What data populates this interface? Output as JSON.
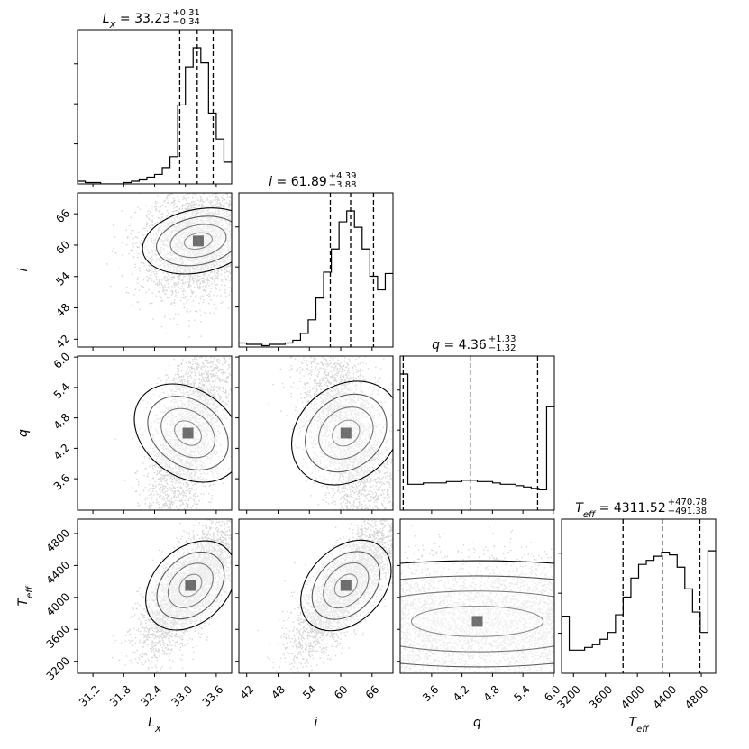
{
  "chart_data": {
    "type": "corner",
    "params": [
      {
        "key": "Lx",
        "label_main": "L",
        "label_sub": "X",
        "median": "33.23",
        "plus": "+0.31",
        "minus": "−0.34",
        "q": [
          32.89,
          33.23,
          33.54
        ],
        "range": [
          30.9,
          33.9
        ],
        "ticks": [
          31.2,
          31.8,
          32.4,
          33.0,
          33.6
        ],
        "tick_labels": [
          "31.2",
          "31.8",
          "32.4",
          "33.0",
          "33.6"
        ],
        "hist": [
          0.02,
          0.01,
          0.01,
          0.0,
          0.0,
          0.0,
          0.01,
          0.02,
          0.03,
          0.05,
          0.07,
          0.12,
          0.2,
          0.58,
          0.86,
          1.0,
          0.89,
          0.52,
          0.33,
          0.16
        ]
      },
      {
        "key": "i",
        "label_main": "i",
        "label_sub": "",
        "median": "61.89",
        "plus": "+4.39",
        "minus": "−3.88",
        "q": [
          58.01,
          61.89,
          66.28
        ],
        "range": [
          40.5,
          70.0
        ],
        "ticks": [
          42,
          48,
          54,
          60,
          66
        ],
        "tick_labels": [
          "42",
          "48",
          "54",
          "60",
          "66"
        ],
        "hist": [
          0.03,
          0.02,
          0.02,
          0.01,
          0.02,
          0.02,
          0.03,
          0.05,
          0.1,
          0.2,
          0.36,
          0.55,
          0.72,
          0.92,
          1.0,
          0.88,
          0.72,
          0.52,
          0.42,
          0.54
        ]
      },
      {
        "key": "q",
        "label_main": "q",
        "label_sub": "",
        "median": "4.36",
        "plus": "+1.33",
        "minus": "−1.32",
        "q": [
          3.04,
          4.36,
          5.69
        ],
        "range": [
          2.98,
          6.02
        ],
        "ticks": [
          3.6,
          4.2,
          4.8,
          5.4,
          6.0
        ],
        "tick_labels": [
          "3.6",
          "4.2",
          "4.8",
          "5.4",
          "6.0"
        ],
        "hist": [
          1.0,
          0.19,
          0.19,
          0.2,
          0.2,
          0.2,
          0.21,
          0.21,
          0.22,
          0.22,
          0.21,
          0.21,
          0.2,
          0.19,
          0.19,
          0.18,
          0.17,
          0.16,
          0.15,
          0.76
        ]
      },
      {
        "key": "Teff",
        "label_main": "T",
        "label_sub": "eff",
        "median": "4311.52",
        "plus": "+470.78",
        "minus": "−491.38",
        "q": [
          3820.14,
          4311.52,
          4782.3
        ],
        "range": [
          3050,
          4980
        ],
        "ticks": [
          3200,
          3600,
          4000,
          4400,
          4800
        ],
        "tick_labels": [
          "3200",
          "3600",
          "4000",
          "4400",
          "4800"
        ],
        "hist": [
          0.42,
          0.17,
          0.17,
          0.19,
          0.21,
          0.25,
          0.3,
          0.43,
          0.56,
          0.7,
          0.8,
          0.83,
          0.86,
          0.89,
          0.87,
          0.78,
          0.62,
          0.45,
          0.3,
          0.9
        ]
      }
    ],
    "left_axis_tick_sets": {
      "i": [
        42,
        48,
        54,
        60,
        66
      ],
      "q": [
        3.6,
        4.2,
        4.8,
        5.4,
        6.0
      ],
      "Teff": [
        3200,
        3600,
        4000,
        4400,
        4800
      ]
    }
  }
}
